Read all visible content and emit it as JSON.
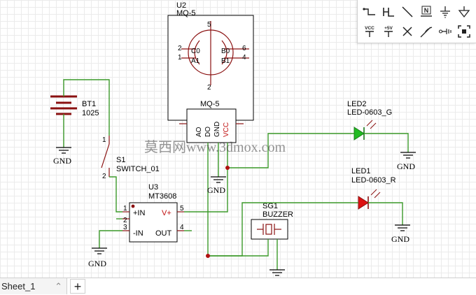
{
  "toolbar": {
    "tools": [
      {
        "icon": "wire-icon"
      },
      {
        "icon": "bus-icon"
      },
      {
        "icon": "line-icon"
      },
      {
        "icon": "net-label-icon",
        "text": "N"
      },
      {
        "icon": "ground-icon"
      },
      {
        "icon": "ground-alt-icon"
      },
      {
        "icon": "vcc-icon",
        "text": "VCC"
      },
      {
        "icon": "plus5v-icon",
        "text": "+5V"
      },
      {
        "icon": "no-connect-icon"
      },
      {
        "icon": "probe-icon"
      },
      {
        "icon": "net-port-icon"
      },
      {
        "icon": "fit-icon"
      }
    ]
  },
  "parts": {
    "u2": {
      "ref": "U2",
      "value": "MQ-5",
      "body_label": "MQ-5",
      "pins_left": [
        "2",
        "1"
      ],
      "pins_right": [
        "6",
        "4"
      ],
      "pin_top": "5",
      "pin_bottom": "2",
      "sensor_labels": [
        "C0",
        "A1",
        "B0",
        "B1"
      ],
      "module_pins": [
        "AO",
        "DO",
        "GND",
        "VCC"
      ]
    },
    "bt1": {
      "ref": "BT1",
      "value": "1025"
    },
    "s1": {
      "ref": "S1",
      "value": "SWITCH_01",
      "pin1": "1",
      "pin2": "2"
    },
    "u3": {
      "ref": "U3",
      "value": "MT3608",
      "pin_in_plus": "+IN",
      "pin_in_minus": "-IN",
      "pin_vplus": "V+",
      "pin_out": "OUT",
      "n1": "1",
      "n2": "2",
      "n3": "3",
      "n4": "4",
      "n5": "5"
    },
    "led2": {
      "ref": "LED2",
      "value": "LED-0603_G",
      "color": "#22bb22"
    },
    "led1": {
      "ref": "LED1",
      "value": "LED-0603_R",
      "color": "#dd1111"
    },
    "sg1": {
      "ref": "SG1",
      "value": "BUZZER"
    }
  },
  "gnd_label": "GND",
  "watermark": "莫西网www.3dmox.com",
  "sheets": [
    {
      "name": "Sheet_1"
    }
  ],
  "add_sheet_label": "+",
  "colors": {
    "wire": "#3c9a2a",
    "part": "#8a1010",
    "junction": "#b01010",
    "grid": "#ebebeb"
  }
}
